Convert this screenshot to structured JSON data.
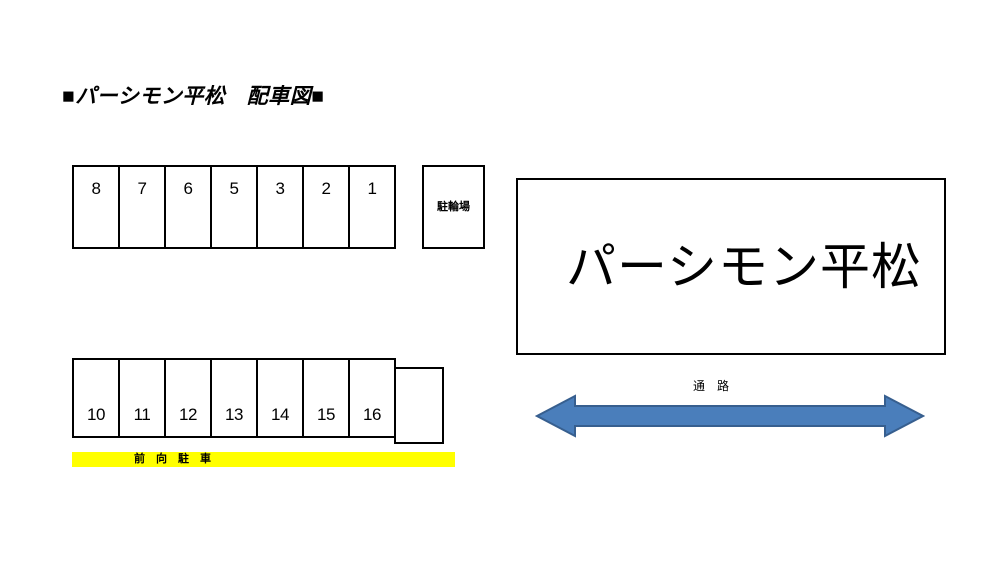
{
  "page": {
    "title": "■パーシモン平松　配車図■",
    "background_color": "#ffffff"
  },
  "lot": {
    "top_row": {
      "name": "upper-parking-row",
      "stalls": [
        {
          "label": "8"
        },
        {
          "label": "7"
        },
        {
          "label": "6"
        },
        {
          "label": "5"
        },
        {
          "label": "3"
        },
        {
          "label": "2"
        },
        {
          "label": "1"
        }
      ]
    },
    "bottom_row": {
      "name": "lower-parking-row",
      "stalls": [
        {
          "label": "10"
        },
        {
          "label": "11"
        },
        {
          "label": "12"
        },
        {
          "label": "13"
        },
        {
          "label": "14"
        },
        {
          "label": "15"
        },
        {
          "label": "16"
        },
        {
          "label": ""
        }
      ]
    },
    "bike_parking": {
      "label": "駐輪場"
    },
    "notice_banner": {
      "label": "前　向　駐　車",
      "background_color": "#ffff00",
      "text_color": "#000000"
    }
  },
  "building": {
    "label": "パーシモン平松",
    "border_color": "#000000",
    "fill_color": "#ffffff"
  },
  "driveway": {
    "label": "通　路",
    "arrow_fill_color": "#4a7ebb",
    "arrow_border_color": "#375f8f",
    "arrow_direction": "double-headed-horizontal"
  }
}
